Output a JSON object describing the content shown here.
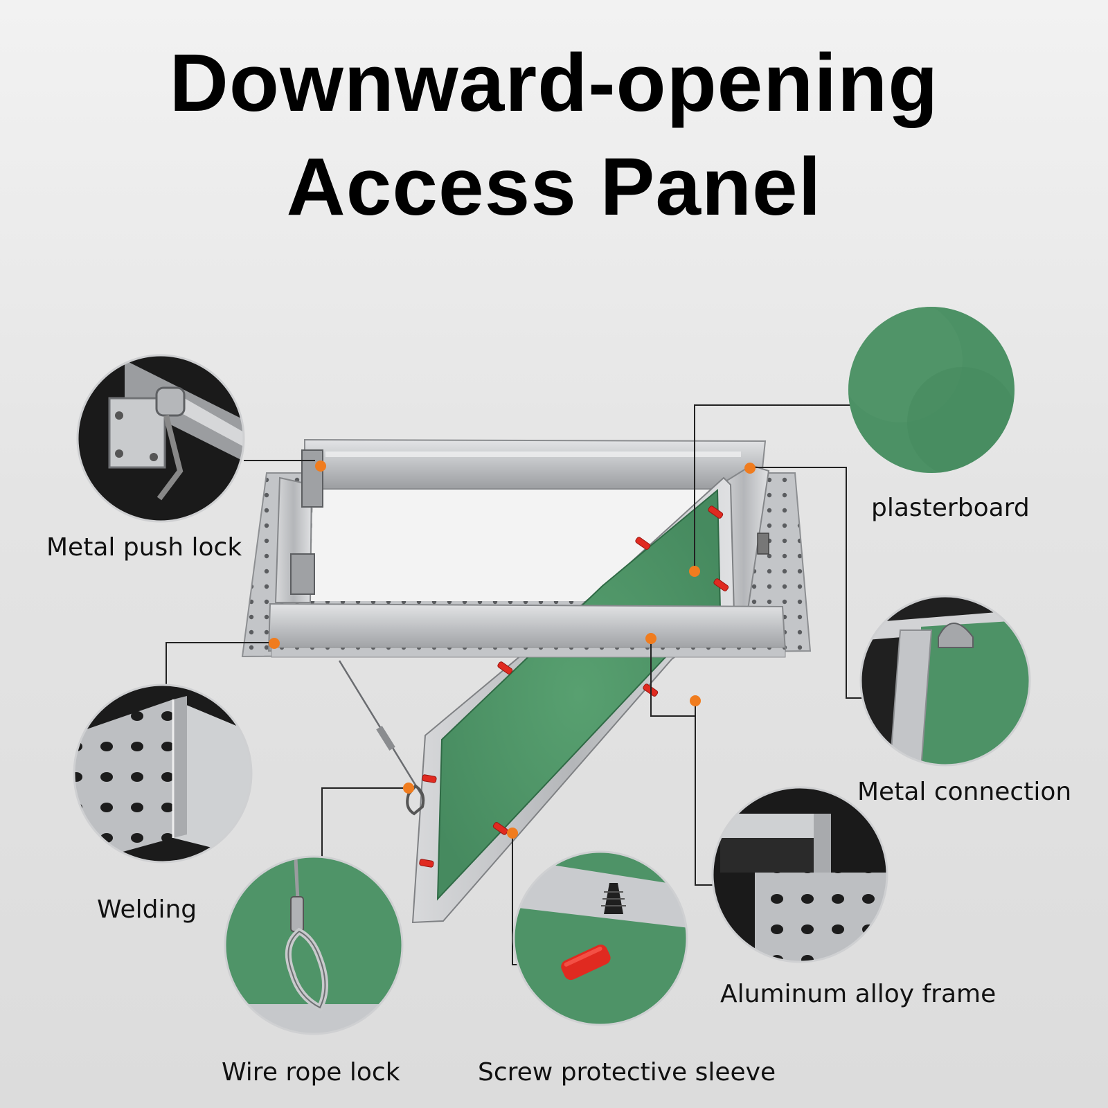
{
  "title": {
    "line1": "Downward-opening",
    "line2": "Access Panel"
  },
  "callouts": {
    "metal_push_lock": "Metal push lock",
    "plasterboard": "plasterboard",
    "welding": "Welding",
    "metal_connection": "Metal connection",
    "aluminum_alloy_frame": "Aluminum alloy frame",
    "wire_rope_lock": "Wire rope lock",
    "screw_protective_sleeve": "Screw protective sleeve"
  },
  "colors": {
    "plasterboard_green": "#4f9468",
    "marker_orange": "#f07c1e",
    "sleeve_red": "#e02a20",
    "aluminum": "#c9cbcd",
    "leader_line": "#222222"
  }
}
